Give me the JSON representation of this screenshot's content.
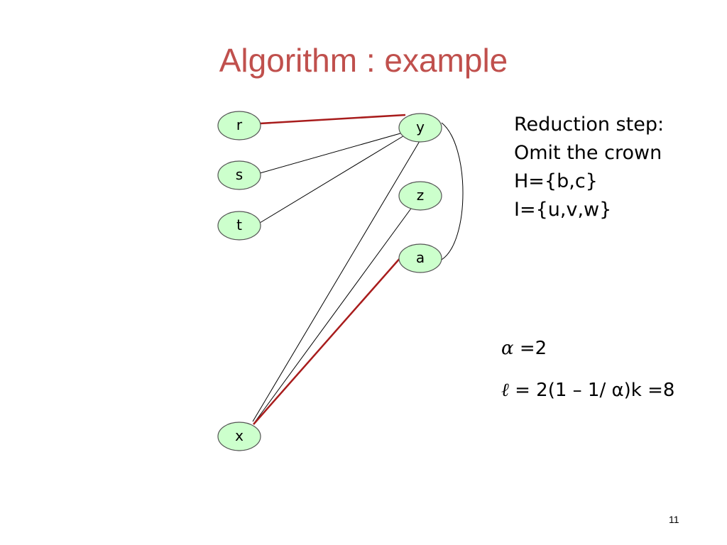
{
  "slide": {
    "title": "Algorithm : example",
    "page_number": "11"
  },
  "graph": {
    "nodes": {
      "r": "r",
      "s": "s",
      "t": "t",
      "y": "y",
      "z": "z",
      "a": "a",
      "x": "x"
    },
    "node_fill": "#ccffcc",
    "highlight_edge_color": "#a81c1c"
  },
  "notes": {
    "line1": "Reduction step:",
    "line2": "Omit the crown",
    "line3": "H={b,c}",
    "line4": "I={u,v,w}"
  },
  "formulas": {
    "alpha_symbol": "α",
    "alpha_rest": " =2",
    "ell_symbol": "ℓ",
    "ell_rest": " = 2(1 – 1/ α)k =8"
  }
}
